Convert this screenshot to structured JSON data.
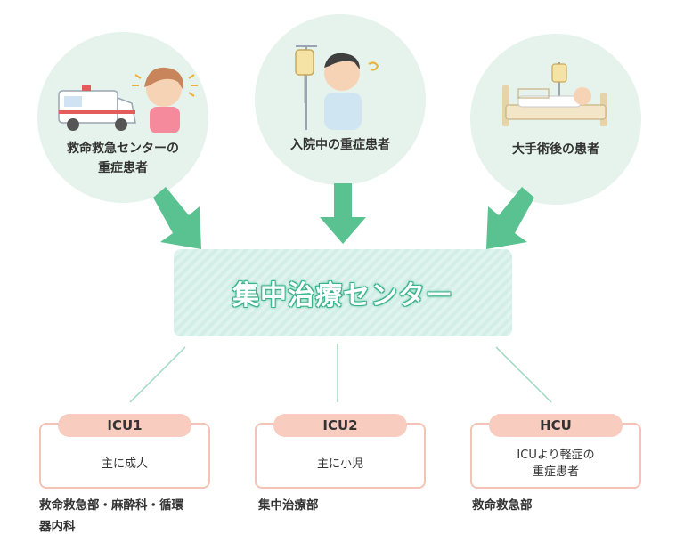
{
  "colors": {
    "circle_bg": "#e5f3ec",
    "arrow": "#5ac191",
    "center_bg": "#d3eee6",
    "center_text_outline": "#3bb38a",
    "unit_border": "#f3c3b3",
    "unit_tab": "#f8cdbf",
    "line": "#9fd8c0"
  },
  "sources": [
    {
      "label": "救命救急センターの\n重症患者",
      "icon": "ambulance-and-distressed-woman-icon"
    },
    {
      "label": "入院中の重症患者",
      "icon": "inpatient-with-iv-drip-icon"
    },
    {
      "label": "大手術後の患者",
      "icon": "patient-in-bed-icon"
    }
  ],
  "center": {
    "title": "集中治療センター"
  },
  "units": [
    {
      "name": "ICU1",
      "desc": "主に成人",
      "dept": "救命救急部・麻酔科・循環\n器内科"
    },
    {
      "name": "ICU2",
      "desc": "主に小児",
      "dept": "集中治療部"
    },
    {
      "name": "HCU",
      "desc": "ICUより軽症の\n重症患者",
      "dept": "救命救急部"
    }
  ]
}
